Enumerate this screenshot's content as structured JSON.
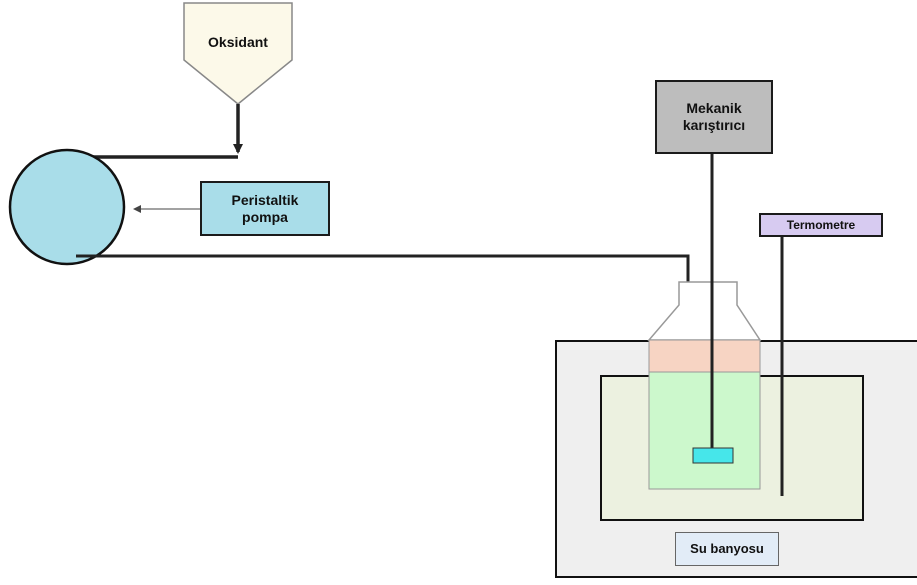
{
  "diagram": {
    "labels": {
      "oxidant": "Oksidant",
      "pump_line1": "Peristaltik",
      "pump_line2": "pompa",
      "stirrer_line1": "Mekanik",
      "stirrer_line2": "karıştırıcı",
      "thermometer": "Termometre",
      "water_bath": "Su banyosu"
    },
    "colors": {
      "pump_circle": "#a9dde9",
      "pump_label_box": "#a9dde9",
      "stirrer_box": "#bdbdbd",
      "thermometer_box": "#d7cbf1",
      "water_bath_outer": "#efefef",
      "water_bath_inner": "#ecf1e0",
      "reactor_liquid": "#ccf8cc",
      "reactor_stopper": "#f7d4c3",
      "impeller": "#46e6ea",
      "oxidant_hopper": "#fcf9e9",
      "lines": "#222222"
    }
  }
}
